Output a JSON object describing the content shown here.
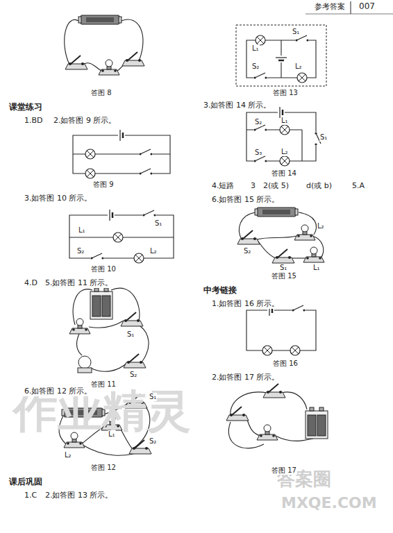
{
  "diagram": {
    "labels": [
      "参考答案",
      "007",
      "答图 8",
      "课堂练习",
      "1.BD",
      "2.如答图 9 所示。",
      "答图 9",
      "3.如答图 10 所示。",
      "L₁",
      "S₁",
      "S₂",
      "L₂",
      "答图 10",
      "4.D",
      "5.如答图 11 所示。",
      "S₁",
      "S₂",
      "答图 11",
      "6.如答图 12 所示。",
      "S₁",
      "L₁",
      "L₂",
      "S₂",
      "答图 12",
      "课后巩固",
      "1.C",
      "2.如答图 13 所示。",
      "L₁",
      "S₁",
      "S₂",
      "L₂",
      "答图 13",
      "3.如答图 14 所示。",
      "S₂",
      "L₁",
      "S₁",
      "S₃",
      "L₂",
      "答图 14",
      "4.短路",
      "3",
      "2(或 5)",
      "d(或 b)",
      "5.A",
      "6.如答图 15 所示。",
      "S₂",
      "L₂",
      "S₁",
      "L₁",
      "答图 15",
      "中考链接",
      "1.如答图 16 所示。",
      "答图 16",
      "2.如答图 17 所示。",
      "答图 17",
      "作业精灵",
      "答案圈",
      "MXQE.COM"
    ]
  }
}
